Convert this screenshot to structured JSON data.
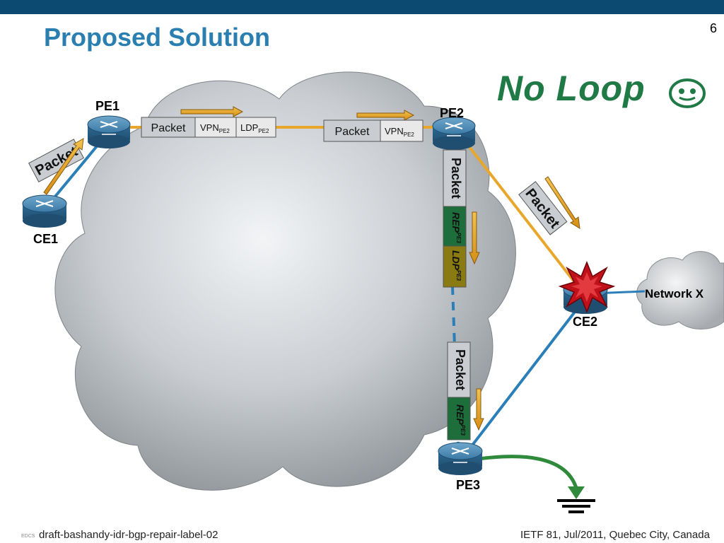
{
  "slide": {
    "title": "Proposed Solution",
    "number": "6",
    "headline": "No Loop"
  },
  "nodes": {
    "pe1": "PE1",
    "pe2": "PE2",
    "pe3": "PE3",
    "ce1": "CE1",
    "ce2": "CE2",
    "network_x": "Network X"
  },
  "packets": {
    "top_left": {
      "packet": "Packet",
      "vpn": "VPN",
      "vpn_sub": "PE2",
      "ldp": "LDP",
      "ldp_sub": "PE2"
    },
    "top_right": {
      "packet": "Packet",
      "vpn": "VPN",
      "vpn_sub": "PE2"
    },
    "left_diag": "Packet",
    "right_diag": "Packet",
    "vertical_upper": {
      "packet": "Packet",
      "rep": "REP",
      "rep_sub": "PE3",
      "ldp": "LDP",
      "ldp_sub": "PE3"
    },
    "vertical_lower": {
      "packet": "Packet",
      "rep": "REP",
      "rep_sub": "PE3"
    }
  },
  "colors": {
    "topbar": "#0d4a72",
    "title": "#2a7fb0",
    "headline": "#1f7a45",
    "path_orange": "#e8a72a",
    "link_blue": "#2a7fb8",
    "ground_green": "#2f8a3b",
    "rep_green": "#1d6e3a",
    "ldp_olive": "#8a7a12"
  },
  "footer": {
    "left_tiny": "EDCS",
    "left": "draft-bashandy-idr-bgp-repair-label-02",
    "right": "IETF 81, Jul/2011, Quebec City, Canada"
  }
}
